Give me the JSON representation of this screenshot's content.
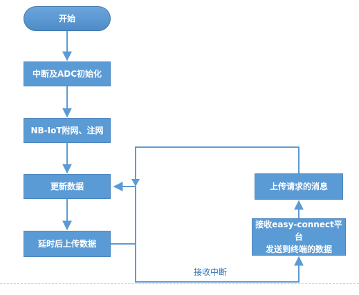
{
  "flowchart": {
    "nodes": {
      "start": "开始",
      "init": "中断及ADC初始化",
      "attach": "NB-IoT附网、注网",
      "update": "更新数据",
      "upload": "延时后上传数据",
      "receive": "接收easy-connect平台\n发送到终端的数据",
      "report": "上传请求的消息"
    },
    "edge_label": "接收中断"
  },
  "colors": {
    "node_fill": "#5b9bd5",
    "line": "#5b9bd5",
    "label_text": "#2e74b5"
  }
}
